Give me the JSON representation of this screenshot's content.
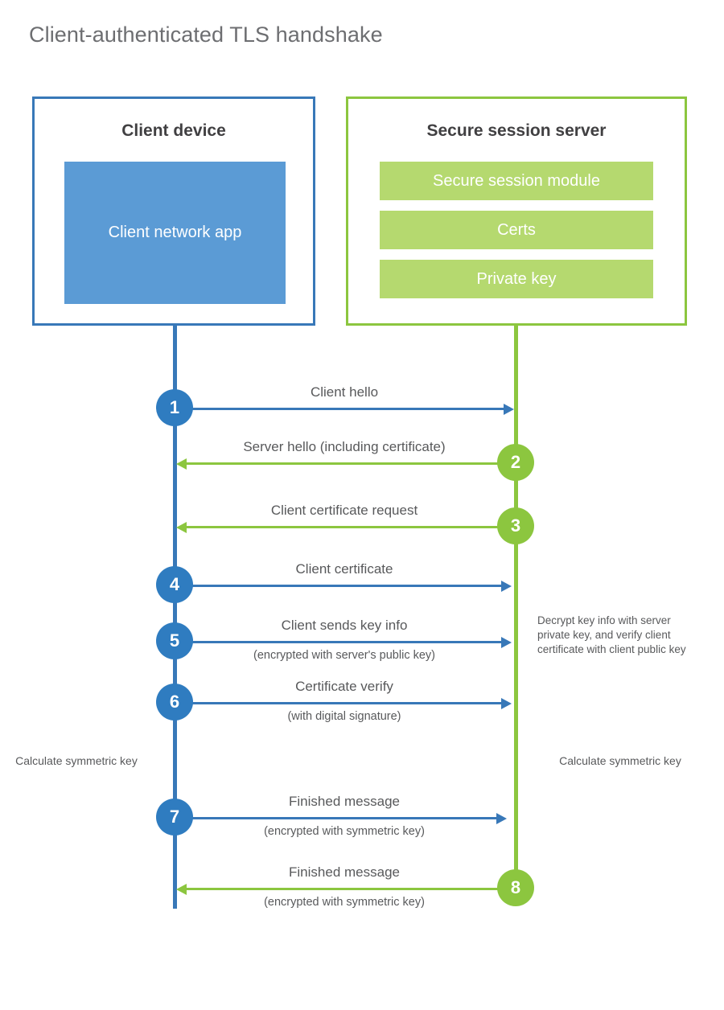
{
  "title": "Client-authenticated TLS handshake",
  "colors": {
    "client_blue": "#3878b8",
    "client_app_blue": "#5b9bd5",
    "step_blue": "#2f7cc0",
    "server_green": "#8cc63f",
    "server_item_green": "#b5d96f",
    "text_gray": "#58595b",
    "heading_gray": "#414042",
    "background": "#ffffff"
  },
  "parties": {
    "client": {
      "title": "Client device",
      "app_label": "Client network app"
    },
    "server": {
      "title": "Secure session server",
      "items": [
        {
          "label": "Secure session module"
        },
        {
          "label": "Certs"
        },
        {
          "label": "Private key"
        }
      ]
    }
  },
  "steps": [
    {
      "number": "1",
      "label": "Client hello",
      "sublabel": "",
      "direction": "client-to-server",
      "color": "blue"
    },
    {
      "number": "2",
      "label": "Server hello (including certificate)",
      "sublabel": "",
      "direction": "server-to-client",
      "color": "green"
    },
    {
      "number": "3",
      "label": "Client certificate request",
      "sublabel": "",
      "direction": "server-to-client",
      "color": "green"
    },
    {
      "number": "4",
      "label": "Client certificate",
      "sublabel": "",
      "direction": "client-to-server",
      "color": "blue"
    },
    {
      "number": "5",
      "label": "Client sends key info",
      "sublabel": "(encrypted with server's public key)",
      "direction": "client-to-server",
      "color": "blue"
    },
    {
      "number": "6",
      "label": "Certificate verify",
      "sublabel": "(with digital signature)",
      "direction": "client-to-server",
      "color": "blue"
    },
    {
      "number": "7",
      "label": "Finished message",
      "sublabel": "(encrypted with symmetric key)",
      "direction": "client-to-server",
      "color": "blue"
    },
    {
      "number": "8",
      "label": "Finished message",
      "sublabel": "(encrypted with symmetric key)",
      "direction": "server-to-client",
      "color": "green"
    }
  ],
  "notes": {
    "server_decrypt": "Decrypt key info with server private key, and verify client certificate with client public key",
    "client_calculate": "Calculate symmetric key",
    "server_calculate": "Calculate symmetric key"
  }
}
